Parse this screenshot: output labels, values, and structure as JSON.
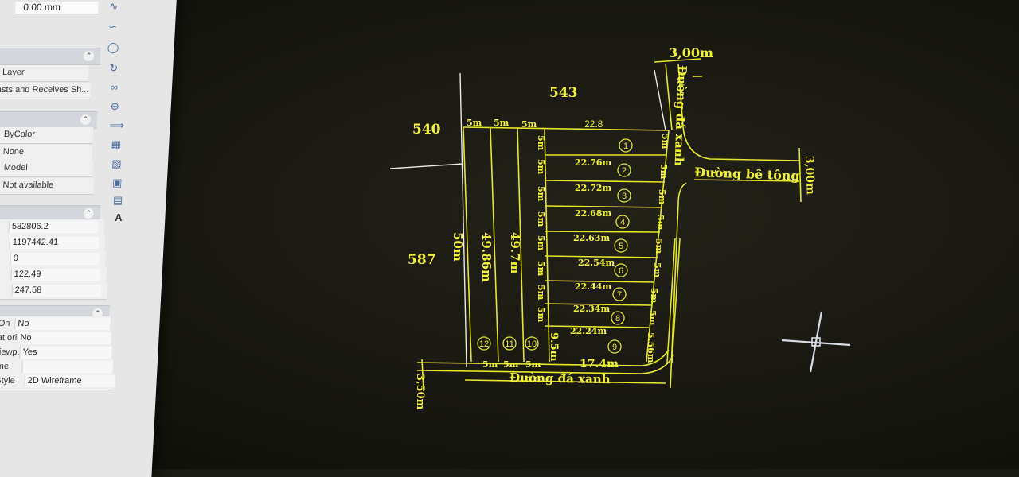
{
  "panel": {
    "top_value": "0.00 mm",
    "layer": "Layer",
    "casts": "asts and Receives Sh...",
    "bycolor": "ByColor",
    "none": "None",
    "model": "Model",
    "not_available": "Not available",
    "geom": [
      "582806.2",
      "1197442.41",
      "0",
      "122.49",
      "247.58"
    ],
    "misc_labels": [
      "on On",
      "on at ori...",
      "er viewp...",
      "Name",
      "al Style"
    ],
    "misc_values": [
      "No",
      "No",
      "Yes",
      "",
      "2D Wireframe"
    ]
  },
  "toolbar": {
    "icons": [
      "curve-icon",
      "polyline-icon",
      "circle-icon",
      "revision-cloud-icon",
      "link-icon",
      "move-icon",
      "copy-icon",
      "hatch-icon",
      "gradient-icon",
      "region-icon",
      "table-icon",
      "text-icon"
    ],
    "text_tool": "A"
  },
  "drawing": {
    "parcels": [
      "543",
      "540",
      "587"
    ],
    "road_top_width": "3,00m",
    "road_right_name": "Đường đá xanh",
    "road_concrete": "Đường bê tông",
    "road_concrete_width": "3,00m",
    "road_bottom_name": "Đường đá xanh",
    "road_bottom_width": "3,50m",
    "top_frontages": [
      "5m",
      "5m",
      "5m"
    ],
    "top_length": "22.8",
    "lot_lengths": [
      "22.76m",
      "22.72m",
      "22.68m",
      "22.63m",
      "22.54m",
      "22.44m",
      "22.34m",
      "22.24m"
    ],
    "lot_numbers": [
      "1",
      "2",
      "3",
      "4",
      "5",
      "6",
      "7",
      "8",
      "9"
    ],
    "left_widths": [
      "5m",
      "5m",
      "5m",
      "5m",
      "5m",
      "5m",
      "5m",
      "5m"
    ],
    "right_widths": [
      "5m",
      "5m",
      "5m",
      "5m",
      "5m",
      "5m",
      "5m",
      "5m",
      "5.56m"
    ],
    "vertical_lengths": [
      "50m",
      "49.86m",
      "49.7m"
    ],
    "vertical_lot_numbers": [
      "12",
      "11",
      "10"
    ],
    "lot9_width": "9.5m",
    "bottom_frontages": [
      "5m",
      "5m",
      "5m"
    ],
    "bottom_length": "17.4m"
  }
}
